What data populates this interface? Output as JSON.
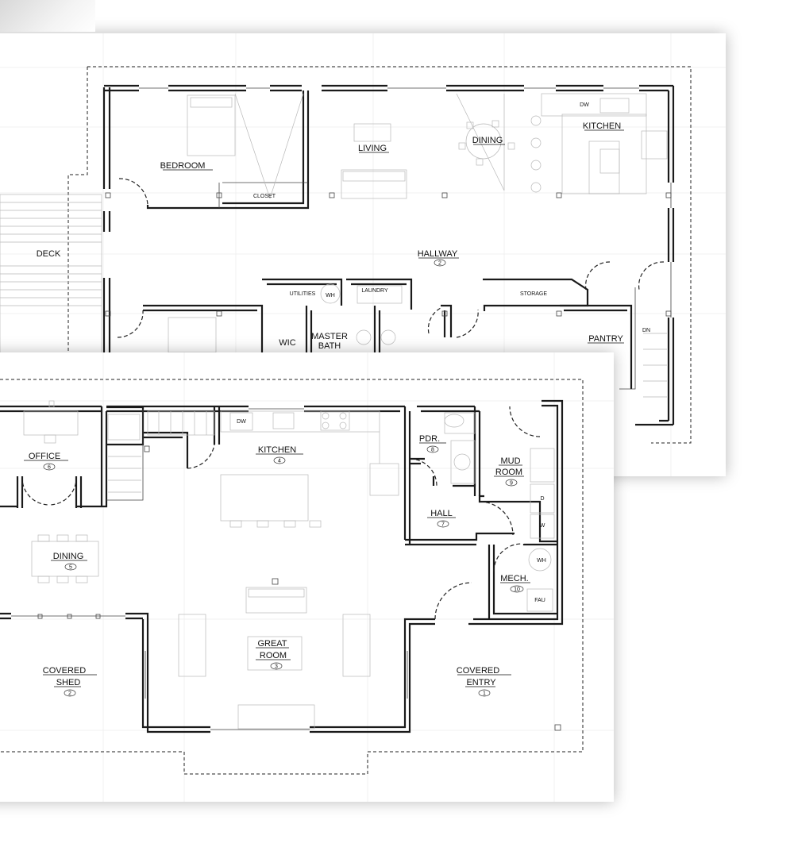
{
  "upper_plan": {
    "rooms": [
      {
        "id": "bedroom",
        "label": "BEDROOM"
      },
      {
        "id": "closet",
        "label": "CLOSET"
      },
      {
        "id": "living",
        "label": "LIVING"
      },
      {
        "id": "dining",
        "label": "DINING"
      },
      {
        "id": "kitchen",
        "label": "KITCHEN"
      },
      {
        "id": "deck",
        "label": "DECK"
      },
      {
        "id": "hallway",
        "label": "HALLWAY",
        "number": "2"
      },
      {
        "id": "utilities",
        "label": "UTILITIES"
      },
      {
        "id": "laundry",
        "label": "LAUNDRY"
      },
      {
        "id": "storage",
        "label": "STORAGE"
      },
      {
        "id": "wic",
        "label": "WIC"
      },
      {
        "id": "master-bath-1",
        "label": "MASTER"
      },
      {
        "id": "master-bath-2",
        "label": "BATH"
      },
      {
        "id": "pantry",
        "label": "PANTRY"
      }
    ],
    "fixture_labels": {
      "dw": "DW",
      "wh": "WH",
      "dn": "DN"
    }
  },
  "lower_plan": {
    "rooms": [
      {
        "id": "office",
        "label": "OFFICE",
        "number": "6"
      },
      {
        "id": "kitchen",
        "label": "KITCHEN",
        "number": "4"
      },
      {
        "id": "pdr",
        "label": "PDR.",
        "number": "8"
      },
      {
        "id": "mud-room-1",
        "label": "MUD"
      },
      {
        "id": "mud-room-2",
        "label": "ROOM",
        "number": "9"
      },
      {
        "id": "hall",
        "label": "HALL",
        "number": "7"
      },
      {
        "id": "dining",
        "label": "DINING",
        "number": "5"
      },
      {
        "id": "mech",
        "label": "MECH.",
        "number": "10"
      },
      {
        "id": "great-room-1",
        "label": "GREAT"
      },
      {
        "id": "great-room-2",
        "label": "ROOM",
        "number": "3"
      },
      {
        "id": "covered-shed-1",
        "label": "COVERED"
      },
      {
        "id": "covered-shed-2",
        "label": "SHED",
        "number": "2"
      },
      {
        "id": "covered-entry-1",
        "label": "COVERED"
      },
      {
        "id": "covered-entry-2",
        "label": "ENTRY",
        "number": "1"
      }
    ],
    "fixture_labels": {
      "dw": "DW",
      "wh": "WH",
      "fau": "FAU",
      "d": "D",
      "w": "W"
    }
  }
}
